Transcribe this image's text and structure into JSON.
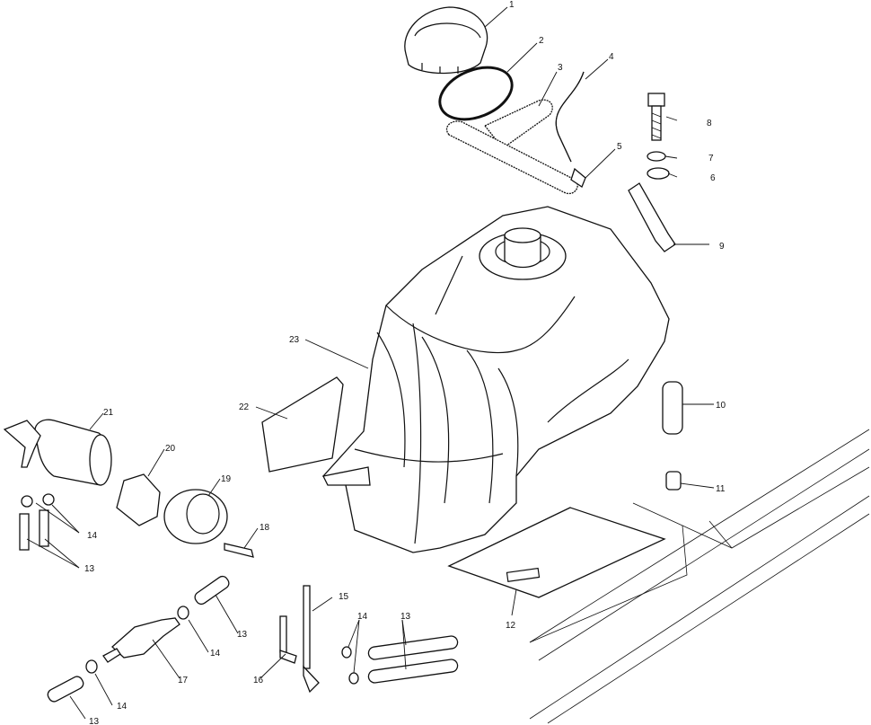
{
  "callouts": {
    "c1": "1",
    "c2": "2",
    "c3": "3",
    "c4": "4",
    "c5": "5",
    "c6": "6",
    "c7": "7",
    "c8": "8",
    "c9": "9",
    "c10": "10",
    "c11": "11",
    "c12": "12",
    "c13a": "13",
    "c13b": "13",
    "c13c": "13",
    "c13d": "13",
    "c14a": "14",
    "c14b": "14",
    "c14c": "14",
    "c14d": "14",
    "c15": "15",
    "c16": "16",
    "c17": "17",
    "c18": "18",
    "c19": "19",
    "c20": "20",
    "c21": "21",
    "c22": "22",
    "c23": "23"
  }
}
